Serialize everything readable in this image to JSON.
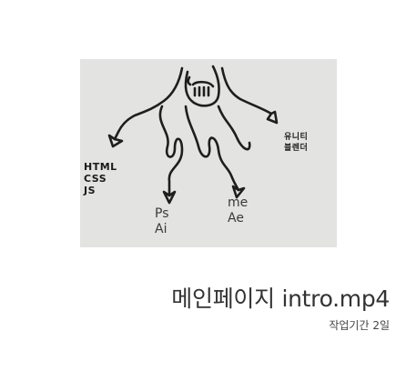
{
  "thumbnail": {
    "labels": {
      "left": "HTML\nCSS\nJS",
      "right": "유니티\n블렌더",
      "center_left": "Ps\nAi",
      "center_right": "me\nAe"
    }
  },
  "caption": {
    "title": "메인페이지 intro.mp4",
    "period": "작업기간  2일"
  }
}
